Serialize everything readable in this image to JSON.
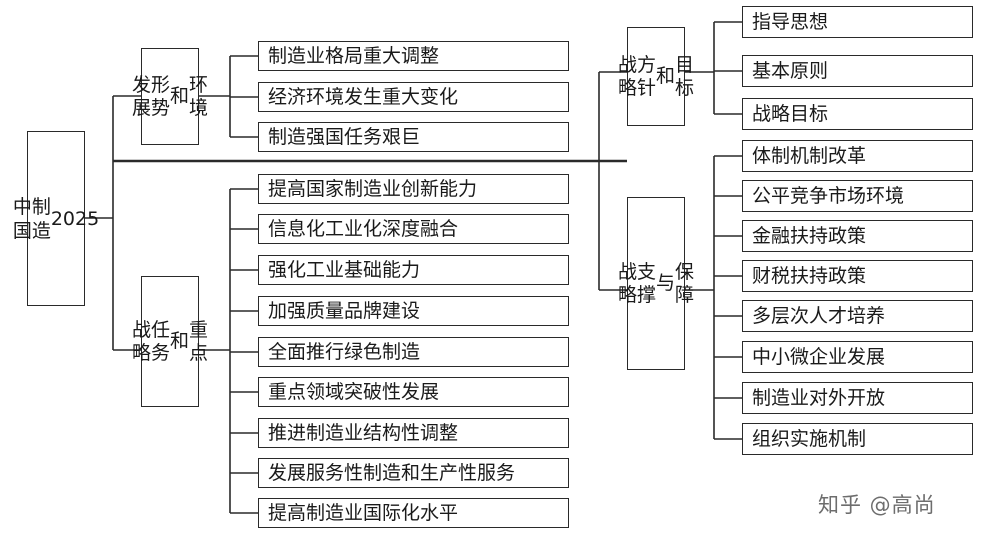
{
  "root": {
    "label": "中国\n制造\n2025"
  },
  "branches": {
    "situation": {
      "label": "发展\n形势\n和\n环境",
      "items": [
        "制造业格局重大调整",
        "经济环境发生重大变化",
        "制造强国任务艰巨"
      ]
    },
    "tasks": {
      "label": "战略\n任务\n和\n重点",
      "items": [
        "提高国家制造业创新能力",
        "信息化工业化深度融合",
        "强化工业基础能力",
        "加强质量品牌建设",
        "全面推行绿色制造",
        "重点领域突破性发展",
        "推进制造业结构性调整",
        "发展服务性制造和生产性服务",
        "提高制造业国际化水平"
      ]
    },
    "guidelines": {
      "label": "战略\n方针\n和\n目标",
      "items": [
        "指导思想",
        "基本原则",
        "战略目标"
      ]
    },
    "support": {
      "label": "战略\n支撑\n与\n保障",
      "items": [
        "体制机制改革",
        "公平竞争市场环境",
        "金融扶持政策",
        "财税扶持政策",
        "多层次人才培养",
        "中小微企业发展",
        "制造业对外开放",
        "组织实施机制"
      ]
    }
  },
  "watermark": "知乎 @高尚"
}
